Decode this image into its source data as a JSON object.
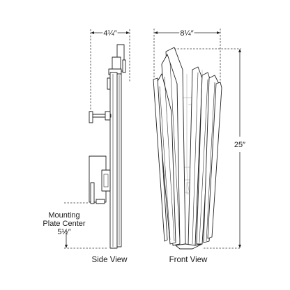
{
  "dimensions": {
    "side_width": "4¼″",
    "front_width": "8¼″",
    "height": "25″"
  },
  "mounting_note": {
    "line1": "Mounting",
    "line2": "Plate Center",
    "line3": "5½″"
  },
  "views": {
    "side": "Side View",
    "front": "Front View"
  }
}
